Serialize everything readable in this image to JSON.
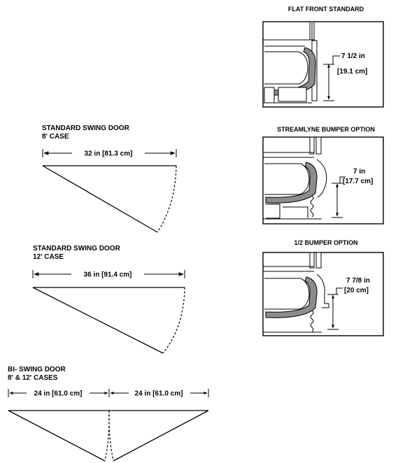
{
  "swing_doors": {
    "eight_ft": {
      "title_line1": "STANDARD SWING DOOR",
      "title_line2": "8' CASE",
      "dimension": "32 in [81.3 cm]"
    },
    "twelve_ft": {
      "title_line1": "STANDARD SWING DOOR",
      "title_line2": "12' CASE",
      "dimension": "36 in [91.4 cm]"
    },
    "bi_swing": {
      "title_line1": "BI- SWING DOOR",
      "title_line2": "8' & 12' CASES",
      "dimension_left": "24 in [61.0 cm]",
      "dimension_right": "24 in [61.0 cm]"
    }
  },
  "bumper_options": {
    "flat_front": {
      "title": "FLAT FRONT STANDARD",
      "dim_line1": "7 1/2 in",
      "dim_line2": "[19.1 cm]"
    },
    "streamlyne": {
      "title": "STREAMLYNE BUMPER OPTION",
      "dim_line1": "7 in",
      "dim_line2": "[17.7 cm]"
    },
    "half_bumper": {
      "title": "1/2 BUMPER OPTION",
      "dim_line1": "7 7/8 in",
      "dim_line2": "[20 cm]"
    }
  }
}
